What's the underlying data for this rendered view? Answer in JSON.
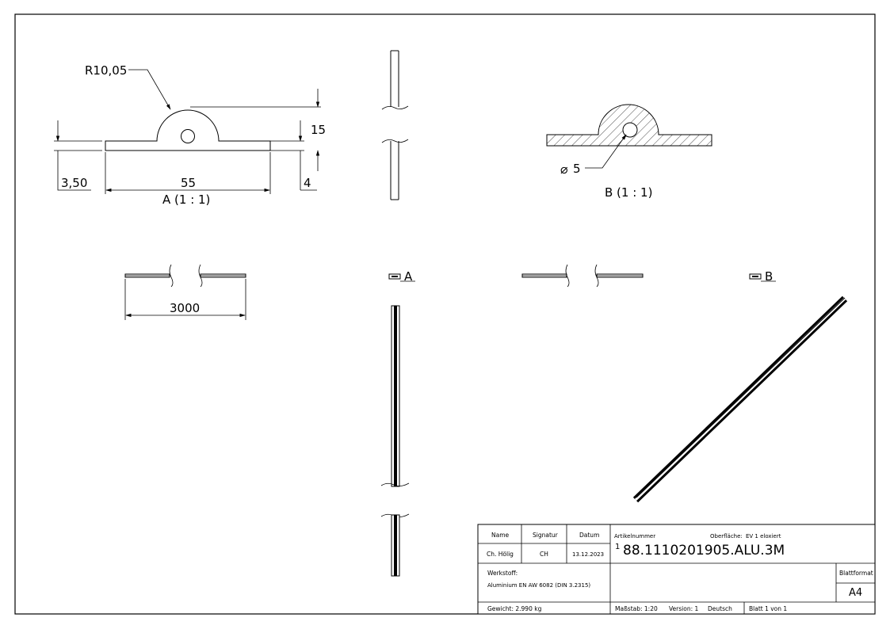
{
  "drawing": {
    "dims": {
      "radius": "R10,05",
      "height": "15",
      "thickness": "4",
      "step": "3,50",
      "width": "55",
      "hole": "5",
      "length": "3000"
    },
    "views": {
      "detail_a_label": "A (1 : 1)",
      "detail_b_label": "B (1 : 1)",
      "marker_a": "A",
      "marker_b": "B"
    }
  },
  "titleblock": {
    "headers": {
      "name": "Name",
      "signature": "Signatur",
      "date": "Datum"
    },
    "name_value": "Ch. Hölig",
    "signature_value": "CH",
    "date_value": "13.12.2023",
    "article_label": "Artikelnummer",
    "surface_label": "Oberfläche:",
    "surface_value": "EV 1 eloxiert",
    "revision_mark": "1",
    "article_number": "88.1110201905.ALU.3M",
    "material_label": "Werkstoff:",
    "material_value": "Aluminium EN AW 6082 (DIN 3.2315)",
    "format_label": "Blattformat",
    "format_value": "A4",
    "weight": "Gewicht: 2.990 kg",
    "scale": "Maßstab: 1:20",
    "version": "Version: 1",
    "language": "Deutsch",
    "sheet": "Blatt 1 von 1"
  },
  "colors": {
    "line": "#000000",
    "paper": "#ffffff"
  }
}
